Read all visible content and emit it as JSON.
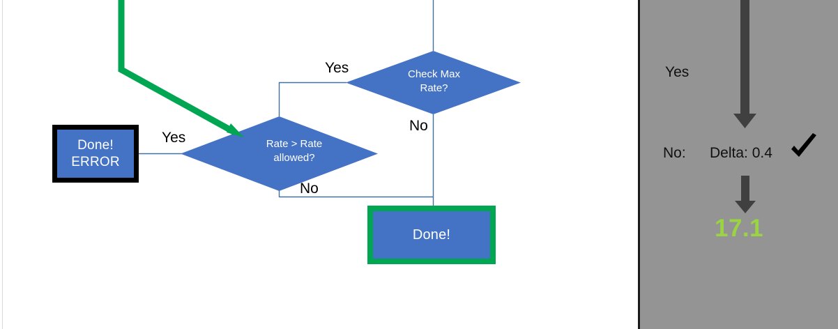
{
  "slide": {
    "background_color": "#ffffff",
    "flowchart": {
      "nodes": [
        {
          "id": "done-error",
          "type": "process",
          "label_line1": "Done!",
          "label_line2": "ERROR",
          "fill": "#4472c4",
          "border": "#000000"
        },
        {
          "id": "rate-gt-allowed",
          "type": "decision",
          "label_line1": "Rate > Rate",
          "label_line2": "allowed?",
          "fill": "#4472c4"
        },
        {
          "id": "check-max-rate",
          "type": "decision",
          "label_line1": "Check Max",
          "label_line2": "Rate?",
          "fill": "#4472c4"
        },
        {
          "id": "done",
          "type": "process",
          "label": "Done!",
          "fill": "#4472c4",
          "border": "#00a651"
        }
      ],
      "edge_labels": {
        "yes_to_done_error": "Yes",
        "yes_to_rate_gt": "Yes",
        "no_from_check_max": "No",
        "no_from_rate_gt": "No"
      },
      "highlight_arrow_color": "#00a651"
    }
  },
  "panel": {
    "background_color": "#949494",
    "border_color": "#1a1a1a",
    "yes_label": "Yes",
    "no_label": "No:",
    "delta_label": "Delta: 0.4",
    "check_mark": "checkmark-icon",
    "result_value": "17.1",
    "result_color": "#9ad442",
    "arrow_color": "#404040"
  }
}
